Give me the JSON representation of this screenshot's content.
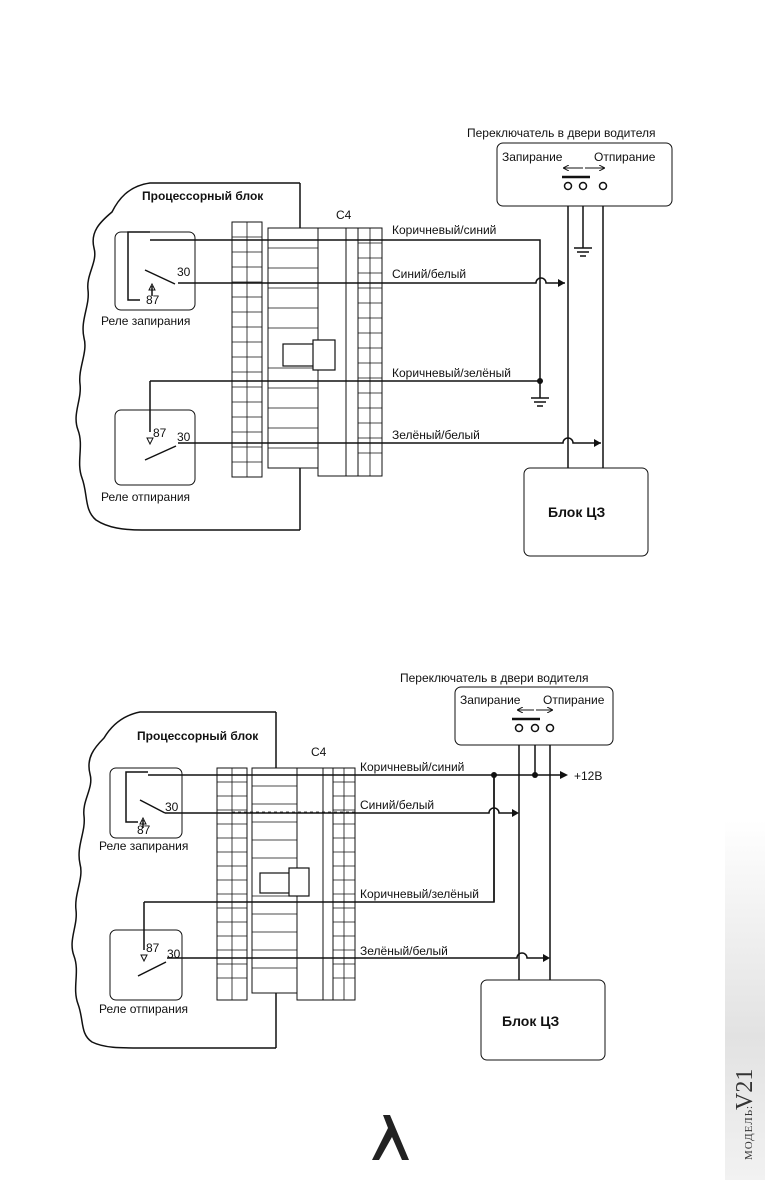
{
  "diagram1": {
    "unit_title": "Процессорный блок",
    "connector": "C4",
    "switch_title": "Переключатель в двери водителя",
    "switch_lock": "Запирание",
    "switch_unlock": "Отпирание",
    "relay_lock": "Реле запирания",
    "relay_unlock": "Реле отпирания",
    "pin30": "30",
    "pin87": "87",
    "wire1": "Коричневый/синий",
    "wire2": "Синий/белый",
    "wire3": "Коричневый/зелёный",
    "wire4": "Зелёный/белый",
    "cz_block": "Блок ЦЗ"
  },
  "diagram2": {
    "unit_title": "Процессорный блок",
    "connector": "C4",
    "switch_title": "Переключатель в двери водителя",
    "switch_lock": "Запирание",
    "switch_unlock": "Отпирание",
    "relay_lock": "Реле запирания",
    "relay_unlock": "Реле отпирания",
    "pin30": "30",
    "pin87": "87",
    "wire1": "Коричневый/синий",
    "wire2": "Синий/белый",
    "wire3": "Коричневый/зелёный",
    "wire4": "Зелёный/белый",
    "supply": "+12В",
    "cz_block": "Блок ЦЗ"
  },
  "footer": {
    "model_prefix": "МОДЕЛЬ:",
    "model_name": "V21"
  },
  "icons": {
    "ground": "ground-icon",
    "logo": "logo-icon"
  }
}
